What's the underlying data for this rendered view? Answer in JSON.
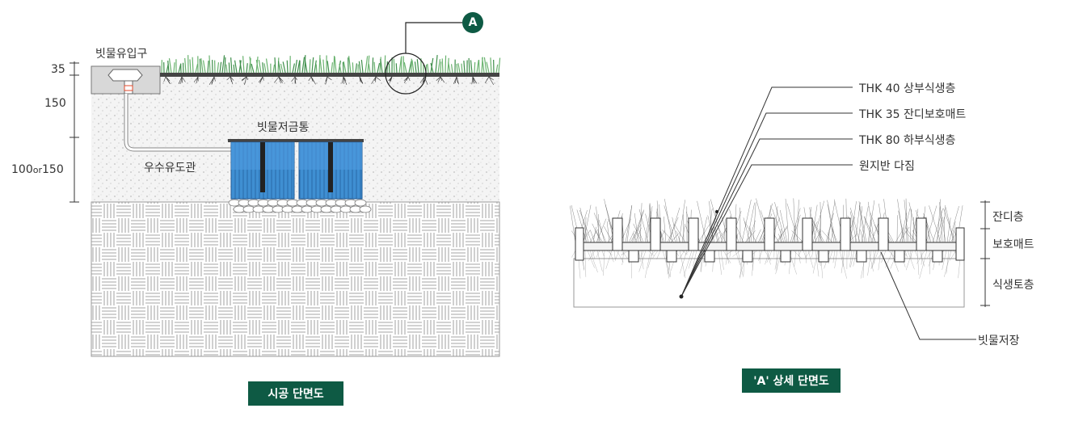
{
  "left": {
    "dims": {
      "d35": "35",
      "d150": "150",
      "d100": "100",
      "d100_or": "or",
      "d100_150": "150"
    },
    "labels": {
      "inlet": "빗물유입구",
      "tank": "빗물저금통",
      "pipe": "우수유도관"
    },
    "marker": "A",
    "caption": "시공 단면도"
  },
  "right": {
    "layers": [
      "THK 40  상부식생층",
      "THK 35  잔디보호매트",
      "THK 80  하부식생층",
      "원지반 다짐"
    ],
    "side_labels": [
      "잔디층",
      "보호매트",
      "식생토층"
    ],
    "storage_label": "빗물저장",
    "caption": "'A' 상세 단면도"
  },
  "colors": {
    "brand_green": "#0e5a44",
    "tank_blue": "#3f8fd2",
    "grass": "#4a9a55"
  }
}
